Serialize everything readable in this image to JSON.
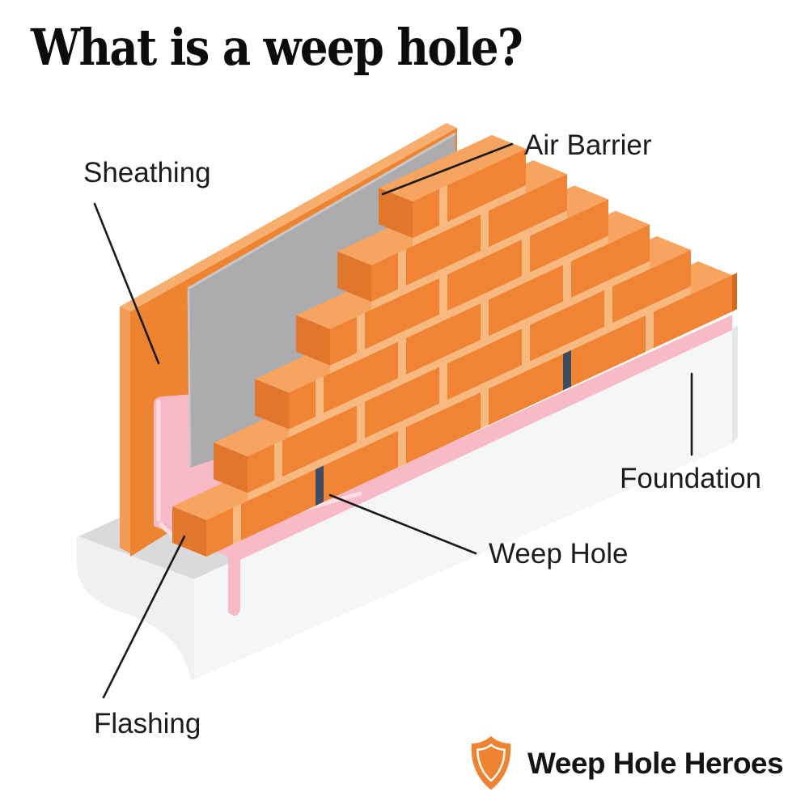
{
  "title": "What is a weep hole?",
  "diagram": {
    "labels": [
      {
        "id": "sheathing",
        "text": "Sheathing"
      },
      {
        "id": "air_barrier",
        "text": "Air Barrier"
      },
      {
        "id": "foundation",
        "text": "Foundation"
      },
      {
        "id": "weep_hole",
        "text": "Weep Hole"
      },
      {
        "id": "flashing",
        "text": "Flashing"
      }
    ],
    "colors": {
      "background": "#FFFFFF",
      "leader": "#1A1A1A",
      "brick_front": "#F18434",
      "brick_top": "#F6A45F",
      "brick_side": "#E2762B",
      "brick_end": "#D2691F",
      "mortar": "#F8B980",
      "weep_hole": "#3D4C5F",
      "flashing": "#F8BAC6",
      "flashing_highlight": "#FDDCE2",
      "air_barrier": "#ACACAE",
      "air_barrier_edge": "#C9C9CB",
      "sheathing_front": "#EF8430",
      "sheathing_side": "#F29B56",
      "sheathing_top": "#F7AE6F",
      "foundation_top": "#DADADC",
      "foundation_end": "#F0F0F2",
      "foundation_front": "#F5F6F8",
      "foundation_side": "#E6E7E9"
    }
  },
  "logo": {
    "text": "Weep Hole Heroes",
    "shield_color": "#EF8331"
  }
}
